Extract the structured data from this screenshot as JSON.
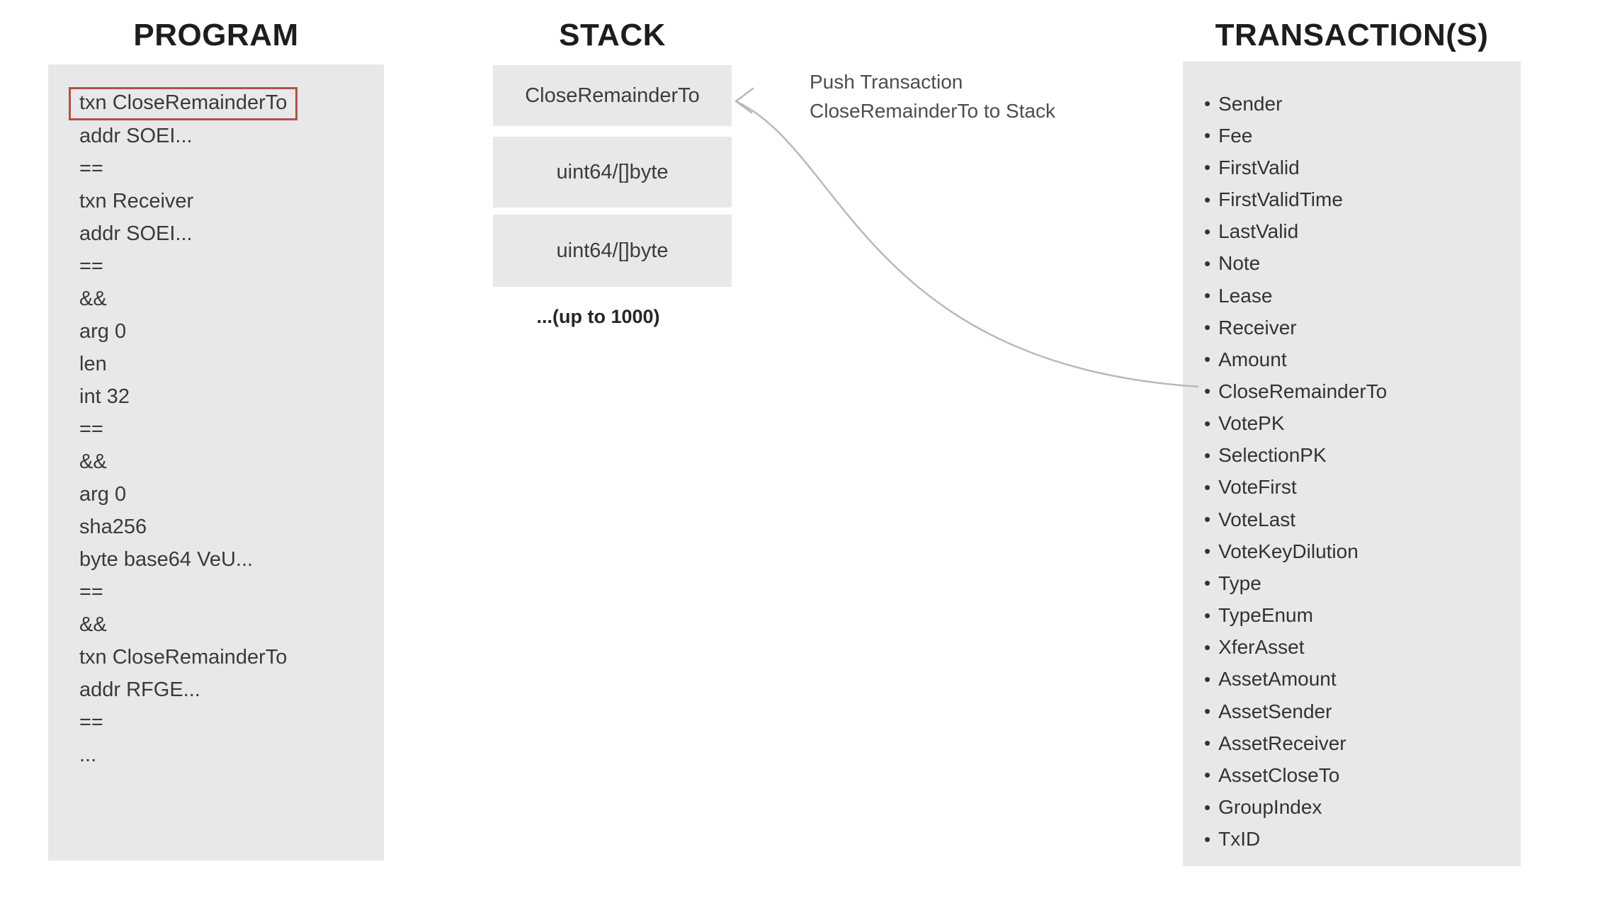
{
  "program": {
    "header": "PROGRAM",
    "highlighted_line_index": 0,
    "lines": [
      "txn CloseRemainderTo",
      "addr SOEI...",
      "==",
      "txn Receiver",
      "addr SOEI...",
      "==",
      "&&",
      "arg 0",
      "len",
      "int 32",
      "==",
      "&&",
      "arg 0",
      "sha256",
      "byte base64 VeU...",
      "==",
      "&&",
      "txn CloseRemainderTo",
      "addr RFGE...",
      "==",
      "..."
    ]
  },
  "stack": {
    "header": "STACK",
    "boxes": [
      "CloseRemainderTo",
      "uint64/[]byte",
      "uint64/[]byte"
    ],
    "capacity_note": "...(up to 1000)"
  },
  "annotation": {
    "line1": "Push Transaction",
    "line2": "CloseRemainderTo to Stack"
  },
  "transactions": {
    "header": "TRANSACTION(S)",
    "fields": [
      "Sender",
      "Fee",
      "FirstValid",
      "FirstValidTime",
      "LastValid",
      "Note",
      "Lease",
      "Receiver",
      "Amount",
      "CloseRemainderTo",
      "VotePK",
      "SelectionPK",
      "VoteFirst",
      "VoteLast",
      "VoteKeyDilution",
      "Type",
      "TypeEnum",
      "XferAsset",
      "AssetAmount",
      "AssetSender",
      "AssetReceiver",
      "AssetCloseTo",
      "GroupIndex",
      "TxID"
    ]
  },
  "colors": {
    "background": "#ffffff",
    "panel_bg": "#e7e8ea",
    "text": "#383838",
    "header_text": "#1d1d1d",
    "highlight_border": "#b2504b",
    "arrow": "#b9b9b9",
    "annotation_text": "#4d4d4d"
  }
}
